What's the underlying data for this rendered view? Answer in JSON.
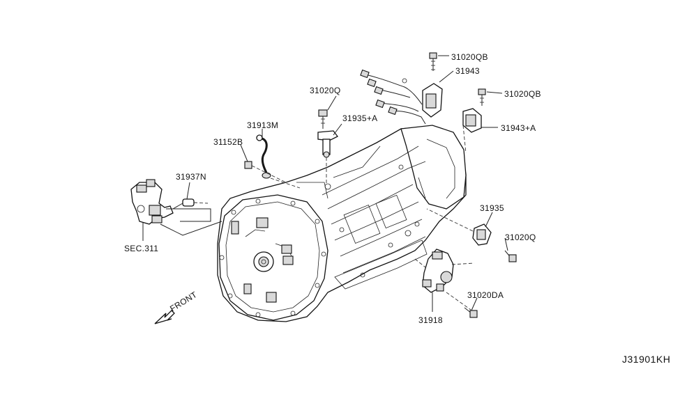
{
  "diagram": {
    "code": "J31901KH",
    "front_label": "FRONT",
    "labels": {
      "p31020QB_top": "31020QB",
      "p31943": "31943",
      "p31020Q_top": "31020Q",
      "p31935A": "31935+A",
      "p31020QB_right": "31020QB",
      "p31943A": "31943+A",
      "p31913M": "31913M",
      "p31152B": "31152B",
      "p31937N": "31937N",
      "sec311": "SEC.311",
      "p31935": "31935",
      "p31020Q_right": "31020Q",
      "p31020DA": "31020DA",
      "p31918": "31918"
    }
  }
}
